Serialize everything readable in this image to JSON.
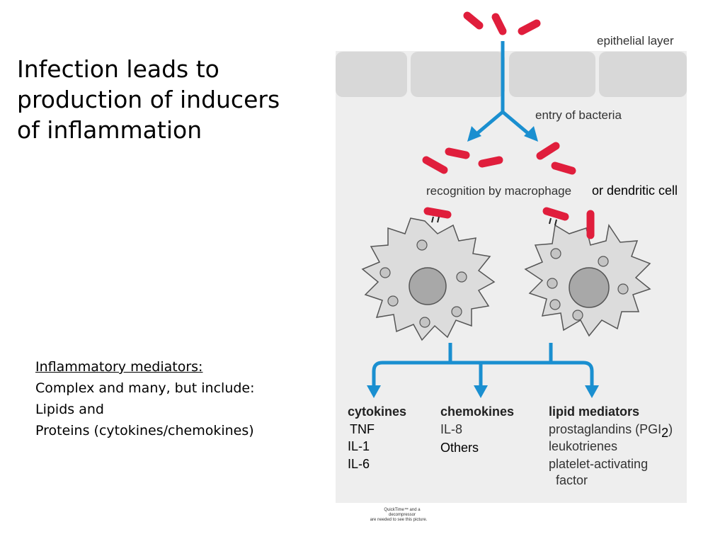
{
  "slide": {
    "title_lines": [
      "Infection leads to",
      "production of inducers",
      "of inflammation"
    ],
    "notes": {
      "heading": "Inflammatory mediators:",
      "lines": [
        "Complex and many, but include:",
        "Lipids and",
        "Proteins (cytokines/chemokines)"
      ]
    }
  },
  "diagram": {
    "epithelial_label": "epithelial layer",
    "entry_label": "entry of bacteria",
    "recognition_label": "recognition by macrophage",
    "recognition_label_extra": "or dendritic cell",
    "columns": [
      {
        "heading": "cytokines",
        "items": [
          "TNF",
          "IL-1",
          "IL-6"
        ]
      },
      {
        "heading": "chemokines",
        "items": [
          "IL-8",
          "Others"
        ]
      },
      {
        "heading": "lipid mediators",
        "items": [
          "prostaglandins (PGI",
          "2",
          ")",
          "leukotrienes",
          "platelet-activating",
          "factor"
        ]
      }
    ],
    "quicktime_lines": [
      "QuickTime™ and a",
      "decompressor",
      "are needed to see this picture."
    ],
    "colors": {
      "arrow": "#1a8fd0",
      "bacteria": "#e01e3c",
      "panel": "#eeeeee",
      "epithelial_cell": "#d8d8d8",
      "cell_body": "#dcdcdc",
      "nucleus": "#a8a8a8"
    }
  }
}
